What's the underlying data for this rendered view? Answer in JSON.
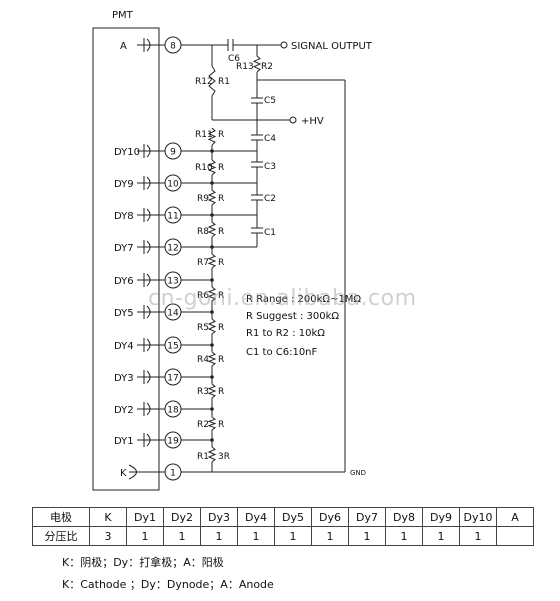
{
  "pmt_label": "PMT",
  "pins": [
    {
      "label": "A",
      "num": "8"
    },
    {
      "label": "DY10",
      "num": "9"
    },
    {
      "label": "DY9",
      "num": "10"
    },
    {
      "label": "DY8",
      "num": "11"
    },
    {
      "label": "DY7",
      "num": "12"
    },
    {
      "label": "DY6",
      "num": "13"
    },
    {
      "label": "DY5",
      "num": "14"
    },
    {
      "label": "DY4",
      "num": "15"
    },
    {
      "label": "DY3",
      "num": "17"
    },
    {
      "label": "DY2",
      "num": "18"
    },
    {
      "label": "DY1",
      "num": "19"
    },
    {
      "label": "K",
      "num": "1"
    }
  ],
  "resistors": {
    "r12": "R12",
    "r12_val": "R1",
    "r13": "R13",
    "r13_val": "R2",
    "r11": "R11",
    "r11_val": "R",
    "r10": "R10",
    "r10_val": "R",
    "r9": "R9",
    "r9_val": "R",
    "r8": "R8",
    "r8_val": "R",
    "r7": "R7",
    "r7_val": "R",
    "r6": "R6",
    "r6_val": "R",
    "r5": "R5",
    "r5_val": "R",
    "r4": "R4",
    "r4_val": "R",
    "r3": "R3",
    "r3_val": "R",
    "r2": "R2",
    "r2_val": "R",
    "r1": "R1",
    "r1_val": "3R"
  },
  "capacitors": {
    "c1": "C1",
    "c2": "C2",
    "c3": "C3",
    "c4": "C4",
    "c5": "C5",
    "c6": "C6"
  },
  "signal_output": "SIGNAL  OUTPUT",
  "hv_label": "+HV",
  "gnd_label": "GND",
  "notes": [
    "R Range : 200kΩ~1MΩ",
    "R Suggest : 300kΩ",
    "R1 to R2 : 10kΩ",
    "C1 to C6:10nF"
  ],
  "watermark": "cn-goni.en.alibaba.com",
  "table": {
    "row1_header": "电极",
    "row1": [
      "K",
      "Dy1",
      "Dy2",
      "Dy3",
      "Dy4",
      "Dy5",
      "Dy6",
      "Dy7",
      "Dy8",
      "Dy9",
      "Dy10",
      "A"
    ],
    "row2_header": "分压比",
    "row2": [
      "3",
      "1",
      "1",
      "1",
      "1",
      "1",
      "1",
      "1",
      "1",
      "1",
      "1"
    ]
  },
  "legend_cn": "K：阴极；Dy：打拿极；A：阳极",
  "legend_en": "K：Cathode ；Dy：Dynode；A：Anode"
}
